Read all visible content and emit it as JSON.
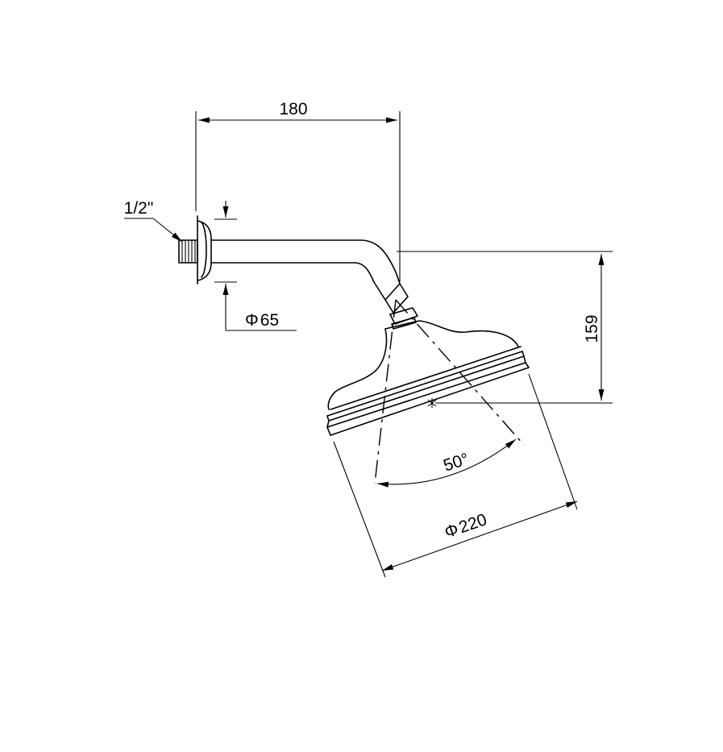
{
  "dimensions": {
    "arm_length": "180",
    "drop_height": "159",
    "thread_size": "1/2\"",
    "flange_diameter": "65",
    "head_diameter": "220",
    "tilt_angle": "50°"
  },
  "symbols": {
    "diameter": "Φ"
  }
}
